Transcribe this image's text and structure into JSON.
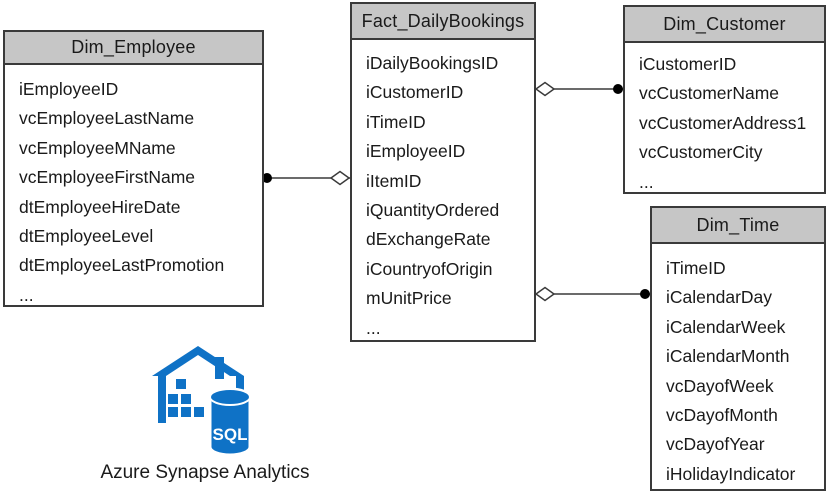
{
  "colors": {
    "azure_blue": "#0f72c6",
    "header_fill": "#c6c6c6",
    "border": "#3a3a3a",
    "line": "#3a3a3a",
    "text": "#1a1a1a"
  },
  "tables": {
    "employee": {
      "title": "Dim_Employee",
      "fields": [
        "iEmployeeID",
        "vcEmployeeLastName",
        "vcEmployeeMName",
        "vcEmployeeFirstName",
        "dtEmployeeHireDate",
        "dtEmployeeLevel",
        "dtEmployeeLastPromotion",
        "..."
      ]
    },
    "fact": {
      "title": "Fact_DailyBookings",
      "fields": [
        "iDailyBookingsID",
        "iCustomerID",
        "iTimeID",
        "iEmployeeID",
        "iItemID",
        "iQuantityOrdered",
        "dExchangeRate",
        "iCountryofOrigin",
        "mUnitPrice",
        "..."
      ]
    },
    "customer": {
      "title": "Dim_Customer",
      "fields": [
        "iCustomerID",
        "vcCustomerName",
        "vcCustomerAddress1",
        "vcCustomerCity",
        "..."
      ]
    },
    "time": {
      "title": "Dim_Time",
      "fields": [
        "iTimeID",
        "iCalendarDay",
        "iCalendarWeek",
        "iCalendarMonth",
        "vcDayofWeek",
        "vcDayofMonth",
        "vcDayofYear",
        "iHolidayIndicator"
      ]
    }
  },
  "relationships": [
    {
      "from": "Dim_Employee",
      "to": "Fact_DailyBookings",
      "from_marker": "filled-dot",
      "to_marker": "open-diamond"
    },
    {
      "from": "Dim_Customer",
      "to": "Fact_DailyBookings",
      "from_marker": "filled-dot",
      "to_marker": "open-diamond"
    },
    {
      "from": "Dim_Time",
      "to": "Fact_DailyBookings",
      "from_marker": "filled-dot",
      "to_marker": "open-diamond"
    }
  ],
  "logo": {
    "caption": "Azure Synapse Analytics",
    "sql_label": "SQL"
  }
}
